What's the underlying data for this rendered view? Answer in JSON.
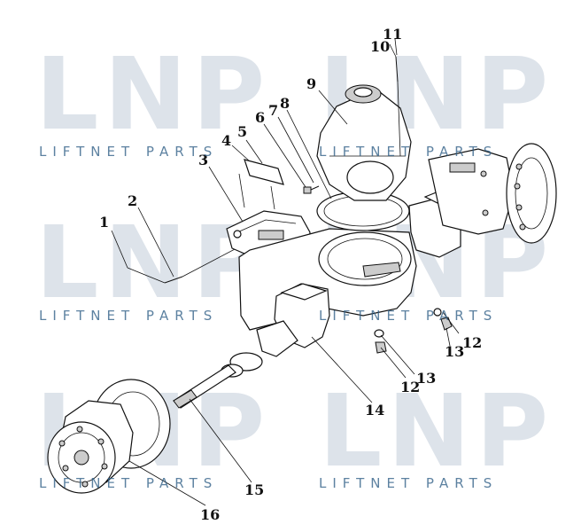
{
  "watermark": {
    "logo": "LNP",
    "text": "LIFTNET PARTS"
  },
  "callouts": [
    "1",
    "2",
    "3",
    "4",
    "5",
    "6",
    "7",
    "8",
    "9",
    "10",
    "11",
    "12",
    "13",
    "12",
    "13",
    "14",
    "15",
    "16"
  ]
}
